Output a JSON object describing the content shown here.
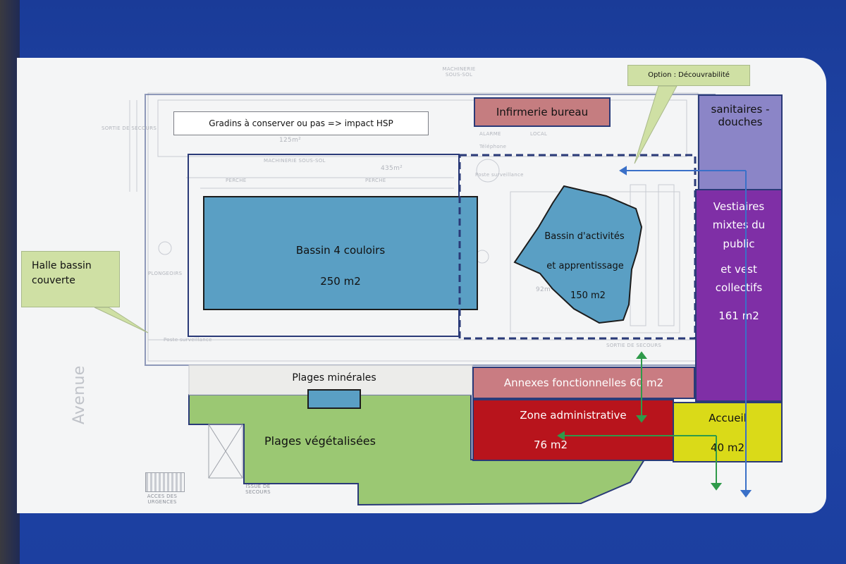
{
  "labels": {
    "gradins": "Gradins à conserver ou pas => impact HSP",
    "infirmerie": "Infirmerie bureau",
    "option": "Option : Découvrabilité",
    "sanitaires": "sanitaires - douches",
    "halle": "Halle bassin couverte",
    "bassin4": "Bassin 4 couloirs",
    "bassin4_area": "250 m2",
    "bassin_act_1": "Bassin d'activités",
    "bassin_act_2": "et apprentissage",
    "bassin_act_area": "150 m2",
    "vestiaires_1": "Vestiaires mixtes du public",
    "vestiaires_2": "et vest collectifs",
    "vestiaires_area": "161 m2",
    "plages_minerales": "Plages minérales",
    "annexes": "Annexes fonctionnelles 60 m2",
    "zone_admin": "Zone administrative",
    "zone_admin_area": "76 m2",
    "accueil": "Accueil",
    "accueil_area": "40 m2",
    "plages_veg": "Plages végétalisées"
  },
  "plan_text": {
    "machinerie_top": "MACHINERIE SOUS-SOL",
    "machinerie_mid": "MACHINERIE SOUS-SOL",
    "sortie_left": "SORTIE DE SECOURS",
    "area_125": "125m²",
    "area_435": "435m²",
    "alarme": "ALARME",
    "telephone": "Téléphone",
    "local": "LOCAL",
    "perche_1": "PERCHE",
    "perche_2": "PERCHE",
    "plongeoirs": "PLONGEOIRS",
    "poste_surv": "Poste surveillance",
    "sortie_secours_bottom": "SORTIE DE SECOURS",
    "issue": "ISSUE DE SECOURS",
    "acces": "ACCES DES URGENCES",
    "area_92": "92m²",
    "avenue": "Avenue"
  },
  "colors": {
    "pool": "#5a9fc4",
    "infirmerie": "#c57d80",
    "sanitaires": "#8b85c7",
    "vestiaires": "#7f2fa6",
    "annexes": "#c97c82",
    "zone_admin": "#b8141c",
    "accueil": "#dada18",
    "plages_veg": "#9bc873",
    "callout": "#cfe0a4",
    "outline": "#2a3a78",
    "arrow_green": "#2f9a4a",
    "arrow_blue": "#3a70c8"
  }
}
